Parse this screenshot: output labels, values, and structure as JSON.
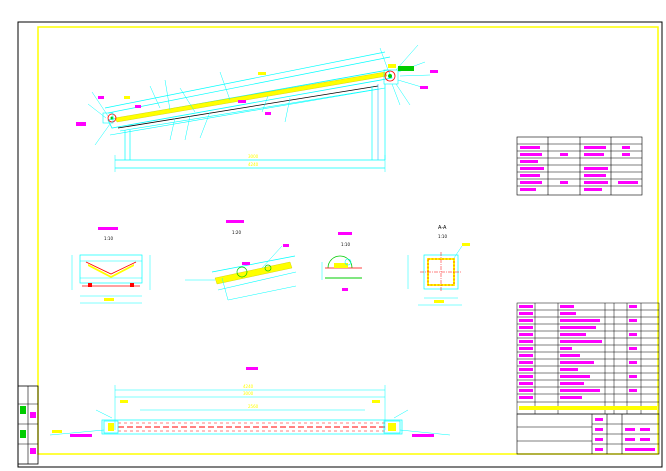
{
  "drawing": {
    "view_titles": {
      "section_1_scale": "1:10",
      "section_2_scale": "1:20",
      "section_3_scale": "1:10",
      "section_4_title": "A-A",
      "section_4_scale": "1:10"
    },
    "dimensions": {
      "main_span": "3000",
      "main_total": "4240",
      "plan_span": "3000",
      "plan_total": "4240",
      "plan_inner": "2560"
    }
  },
  "colors": {
    "border": "#ffff00",
    "frame": "#000000",
    "beam": "#00ffff",
    "structure": "#00aaff",
    "hatch": "#ffff00",
    "accent": "#ff0000",
    "ground": "#00cc00",
    "leader": "#0000ff",
    "text_magenta": "#ff00ff"
  }
}
